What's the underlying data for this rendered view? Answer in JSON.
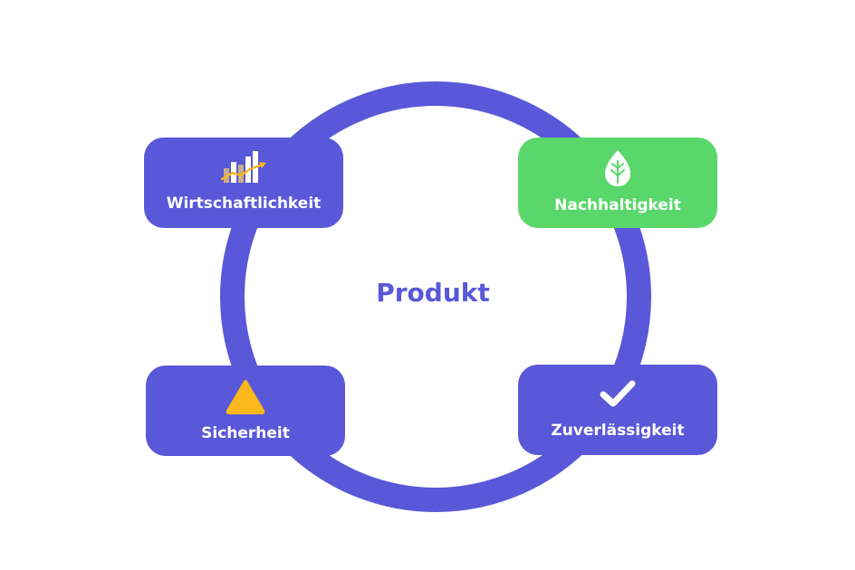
{
  "center": {
    "label": "Produkt"
  },
  "cards": {
    "top_left": {
      "label": "Wirtschaftlichkeit",
      "icon": "bar-chart-trend-icon"
    },
    "top_right": {
      "label": "Nachhaltigkeit",
      "icon": "leaf-icon"
    },
    "bottom_left": {
      "label": "Sicherheit",
      "icon": "warning-triangle-icon"
    },
    "bottom_right": {
      "label": "Zuverlässigkeit",
      "icon": "checkmark-icon"
    }
  },
  "colors": {
    "primary": "#5858d8",
    "green": "#5ad76a",
    "warning": "#fbb81c",
    "white": "#ffffff"
  }
}
